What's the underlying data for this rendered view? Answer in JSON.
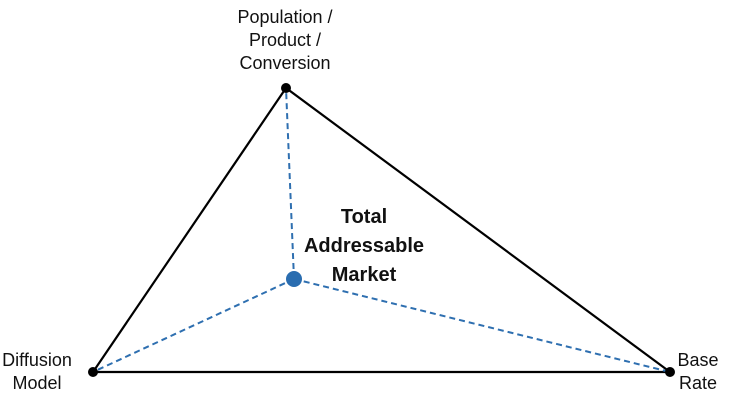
{
  "vertices": {
    "top": {
      "label": "Population /\nProduct /\nConversion"
    },
    "left": {
      "label": "Diffusion\nModel"
    },
    "right": {
      "label": "Base\nRate"
    }
  },
  "center": {
    "label": "Total\nAddressable\nMarket"
  },
  "colors": {
    "edge": "#000000",
    "vertex_dot": "#000000",
    "spoke": "#2e6fb0",
    "center_dot": "#2a6db0"
  }
}
